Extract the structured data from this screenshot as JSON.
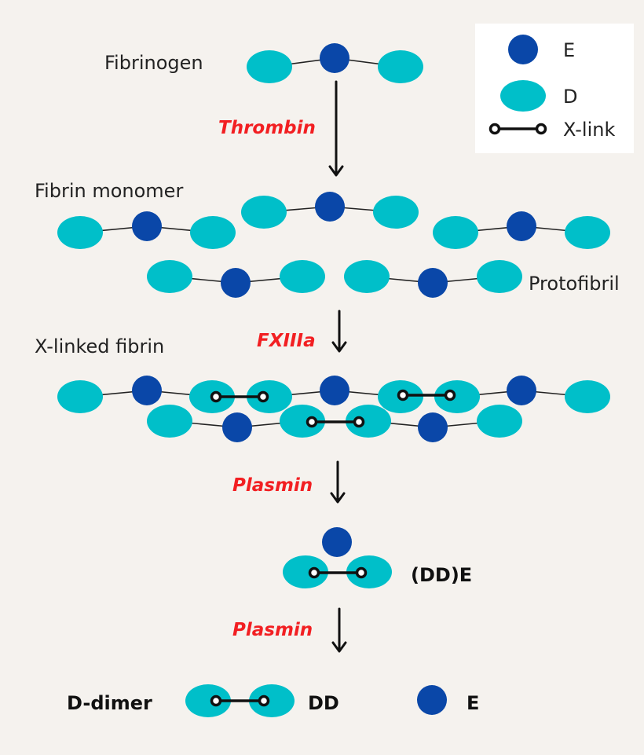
{
  "colors": {
    "E": "#0a47a8",
    "D": "#00bfc9",
    "enzyme": "#f21f22",
    "background": "#f5f2ee"
  },
  "legend": {
    "items": [
      {
        "label": "E",
        "symbol": "blue-circle"
      },
      {
        "label": "D",
        "symbol": "cyan-ellipse"
      },
      {
        "label": "X-link",
        "symbol": "crosslink"
      }
    ]
  },
  "stages": {
    "fibrinogen": "Fibrinogen",
    "fibrin_monomer": "Fibrin monomer",
    "protofibril": "Protofibril",
    "x_linked_fibrin": "X-linked fibrin",
    "dde": "(DD)E",
    "d_dimer": "D-dimer",
    "dd": "DD",
    "e": "E"
  },
  "enzymes": {
    "thrombin": "Thrombin",
    "fxiiia": "FXIIIa",
    "plasmin_1": "Plasmin",
    "plasmin_2": "Plasmin"
  }
}
